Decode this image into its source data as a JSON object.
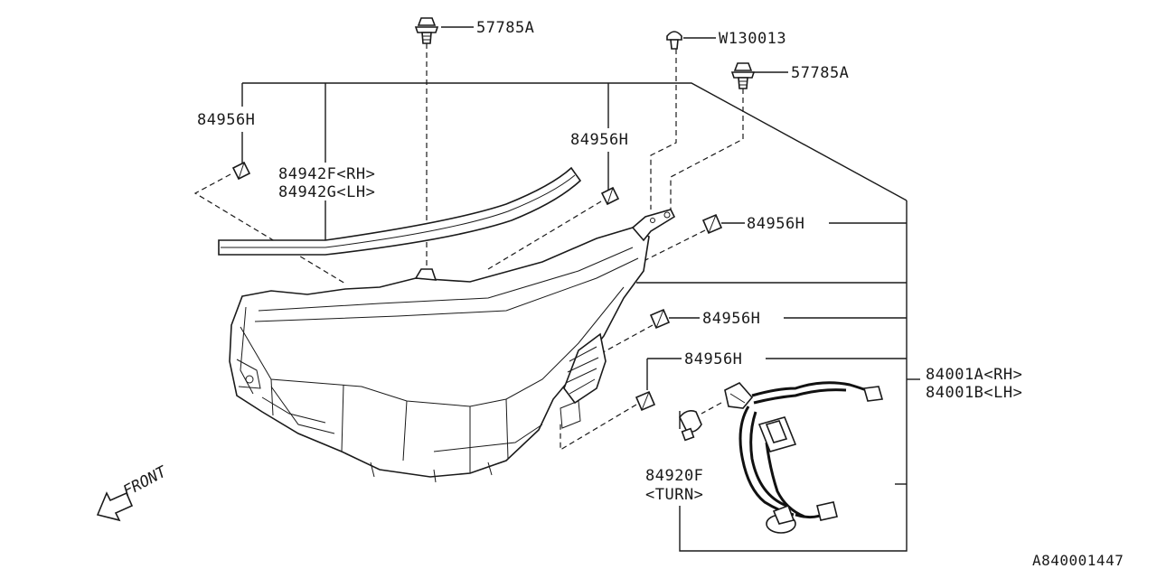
{
  "labels": {
    "bolt_top": "57785A",
    "clip": "W130013",
    "bolt_right": "57785A",
    "grommet_left": "84956H",
    "grommet_mid": "84956H",
    "seal_rh": "84942F<RH>",
    "seal_lh": "84942G<LH>",
    "grommet_r1": "84956H",
    "grommet_r2": "84956H",
    "grommet_r3": "84956H",
    "assy_rh": "84001A<RH>",
    "assy_lh": "84001B<LH>",
    "bulb_part": "84920F",
    "bulb_name": "<TURN>",
    "front": "FRONT",
    "diagram_code": "A840001447"
  }
}
